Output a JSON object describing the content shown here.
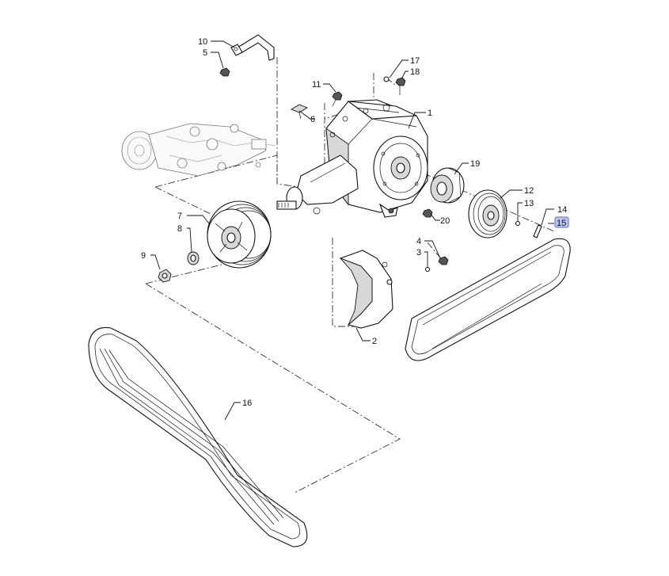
{
  "callouts": [
    {
      "id": "10",
      "text": "10"
    },
    {
      "id": "5",
      "text": "5"
    },
    {
      "id": "11",
      "text": "11"
    },
    {
      "id": "17",
      "text": "17"
    },
    {
      "id": "18",
      "text": "18"
    },
    {
      "id": "1",
      "text": "1"
    },
    {
      "id": "6",
      "text": "6"
    },
    {
      "id": "19",
      "text": "19"
    },
    {
      "id": "12",
      "text": "12"
    },
    {
      "id": "13",
      "text": "13"
    },
    {
      "id": "14",
      "text": "14"
    },
    {
      "id": "15",
      "text": "15",
      "highlighted": true
    },
    {
      "id": "20",
      "text": "20"
    },
    {
      "id": "7",
      "text": "7"
    },
    {
      "id": "8",
      "text": "8"
    },
    {
      "id": "9",
      "text": "9"
    },
    {
      "id": "4",
      "text": "4"
    },
    {
      "id": "3",
      "text": "3"
    },
    {
      "id": "2",
      "text": "2"
    },
    {
      "id": "16",
      "text": "16"
    }
  ],
  "colors": {
    "line": "#111111",
    "highlight_fill": "#b9c6f5",
    "highlight_stroke": "#5b6fd6"
  }
}
